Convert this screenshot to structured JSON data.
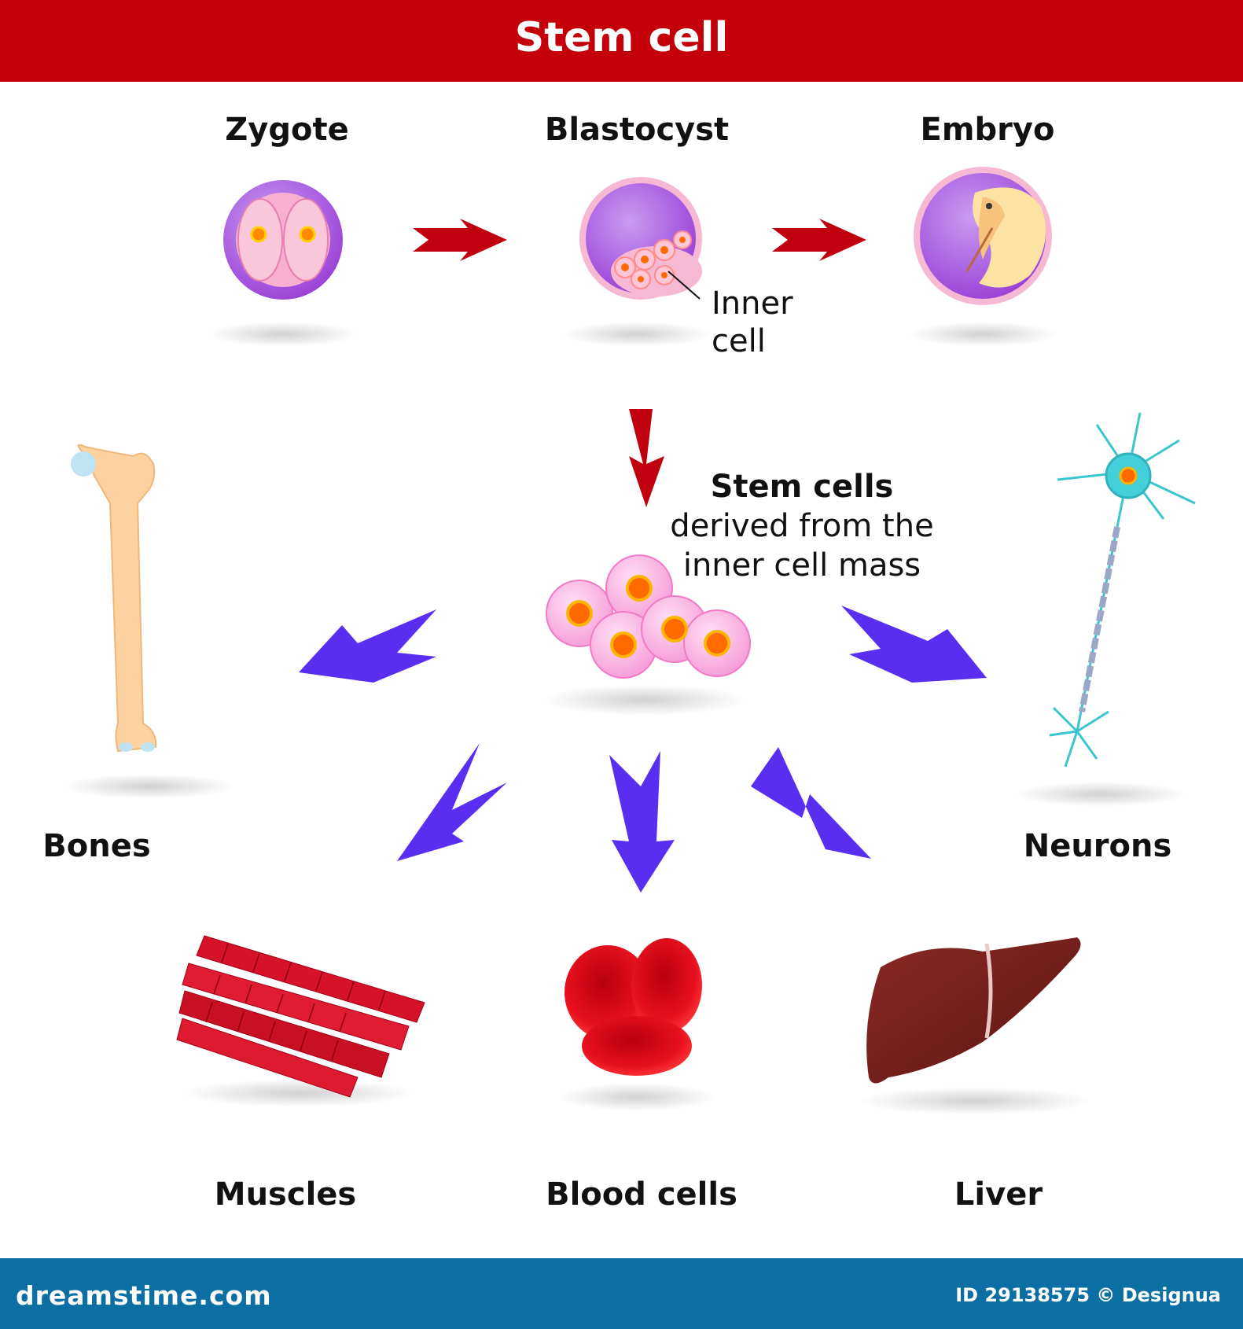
{
  "header": {
    "title": "Stem cell"
  },
  "stages": {
    "zygote": "Zygote",
    "blastocyst": "Blastocyst",
    "embryo": "Embryo"
  },
  "inner_cell_note": {
    "line1": "Inner",
    "line2": "cell"
  },
  "stem_cells": {
    "title": "Stem cells",
    "line1": "derived from the",
    "line2": "inner cell mass"
  },
  "cell_types": {
    "bones": "Bones",
    "neurons": "Neurons",
    "muscles": "Muscles",
    "blood": "Blood cells",
    "liver": "Liver"
  },
  "footer": {
    "left": "dreamstime.com",
    "right": "ID 29138575 © Designua"
  },
  "colors": {
    "header_red": "#c4000a",
    "footer_blue": "#0b6fa3",
    "arrow_red": "#c0000e",
    "arrow_blue": "#5a2ef0"
  },
  "icons": [
    "zygote-cell",
    "blastocyst-cell",
    "embryo-cell",
    "stem-cell-cluster",
    "bone",
    "neuron",
    "muscle-fibers",
    "red-blood-cells",
    "liver"
  ]
}
